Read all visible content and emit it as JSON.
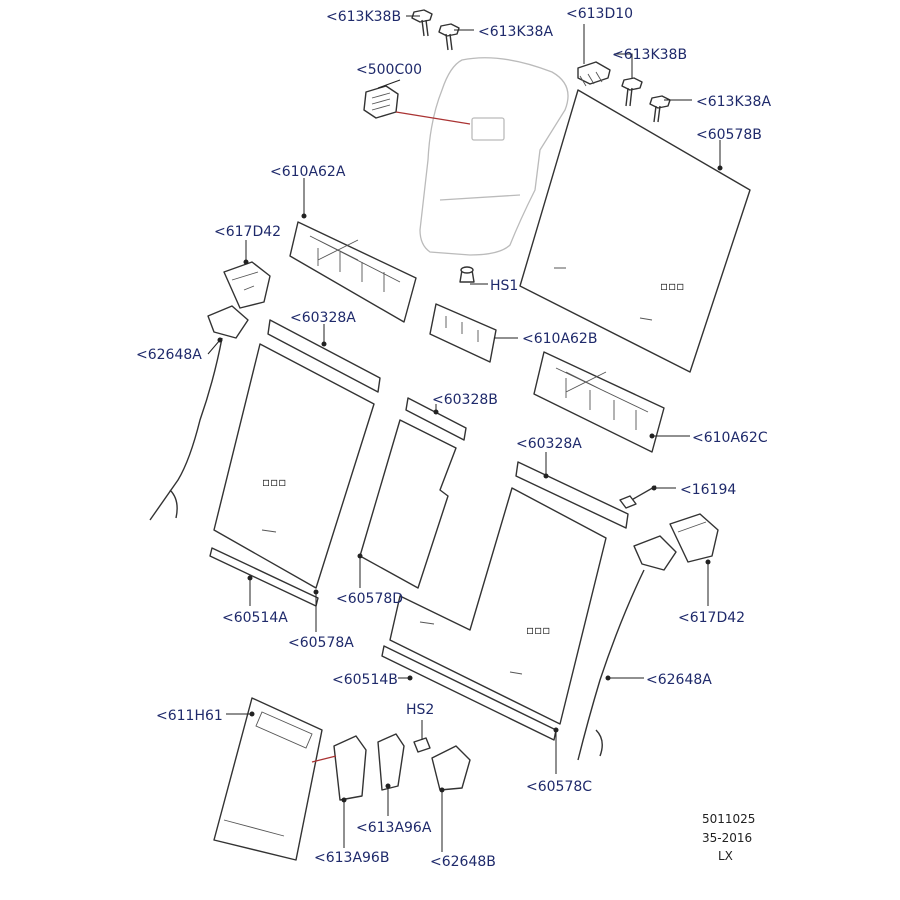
{
  "labels": {
    "l613k38b_top": "<613K38B",
    "l613k38a_top": "<613K38A",
    "l613d10": "<613D10",
    "l613k38b_right": "<613K38B",
    "l500c00": "<500C00",
    "l613k38a_right": "<613K38A",
    "l60578b": "<60578B",
    "l610a62a": "<610A62A",
    "l617d42_left": "<617D42",
    "lhs1": "HS1",
    "l60328a_top": "<60328A",
    "l610a62b": "<610A62B",
    "l62648a_left": "<62648A",
    "l60328b": "<60328B",
    "l610a62c": "<610A62C",
    "l60328a_right": "<60328A",
    "l16194": "<16194",
    "l60578d": "<60578D",
    "l617d42_right": "<617D42",
    "l60514a": "<60514A",
    "l60578a": "<60578A",
    "l62648a_right": "<62648A",
    "l60514b": "<60514B",
    "l611h61": "<611H61",
    "lhs2": "HS2",
    "l60578c": "<60578C",
    "l613a96a": "<613A96A",
    "l613a96b": "<613A96B",
    "l62648b": "<62648B"
  },
  "reference": {
    "line1": "5011025",
    "line2": "35-2016",
    "line3": "LX"
  },
  "colors": {
    "label": "#1f2a6b",
    "line": "#333333",
    "highlight_leader": "#aa3333"
  }
}
